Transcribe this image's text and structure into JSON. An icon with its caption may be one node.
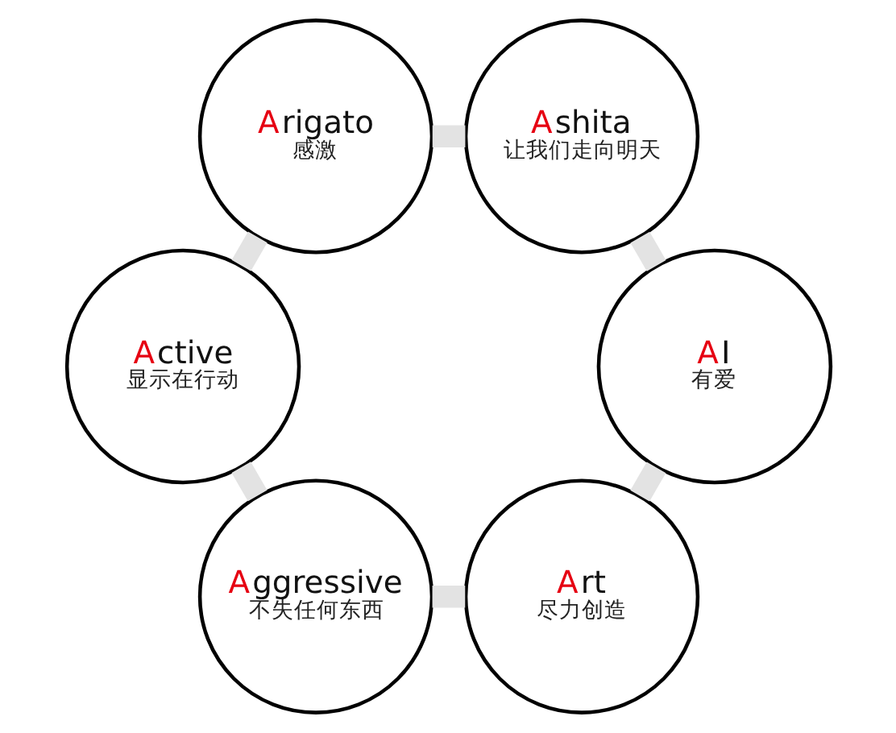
{
  "diagram": {
    "nodes": [
      {
        "text": [
          "Arigato",
          "感激"
        ]
      },
      {
        "text": [
          "Ashita",
          "让我们走向明天"
        ]
      },
      {
        "text": [
          "Active",
          "显示在行动"
        ]
      },
      {
        "text": [
          "AI",
          "有爱"
        ]
      },
      {
        "text": [
          "Aggressive",
          "不失任何东西"
        ]
      },
      {
        "text": [
          "Art",
          "尽力创造"
        ]
      }
    ],
    "edges": [
      {
        "from": 0,
        "to": 1,
        "arrow": "none"
      },
      {
        "from": 1,
        "to": 3,
        "arrow": "none"
      },
      {
        "from": 3,
        "to": 5,
        "arrow": "none"
      },
      {
        "from": 5,
        "to": 4,
        "arrow": "none"
      },
      {
        "from": 4,
        "to": 2,
        "arrow": "none"
      },
      {
        "from": 2,
        "to": 0,
        "arrow": "none"
      }
    ]
  }
}
